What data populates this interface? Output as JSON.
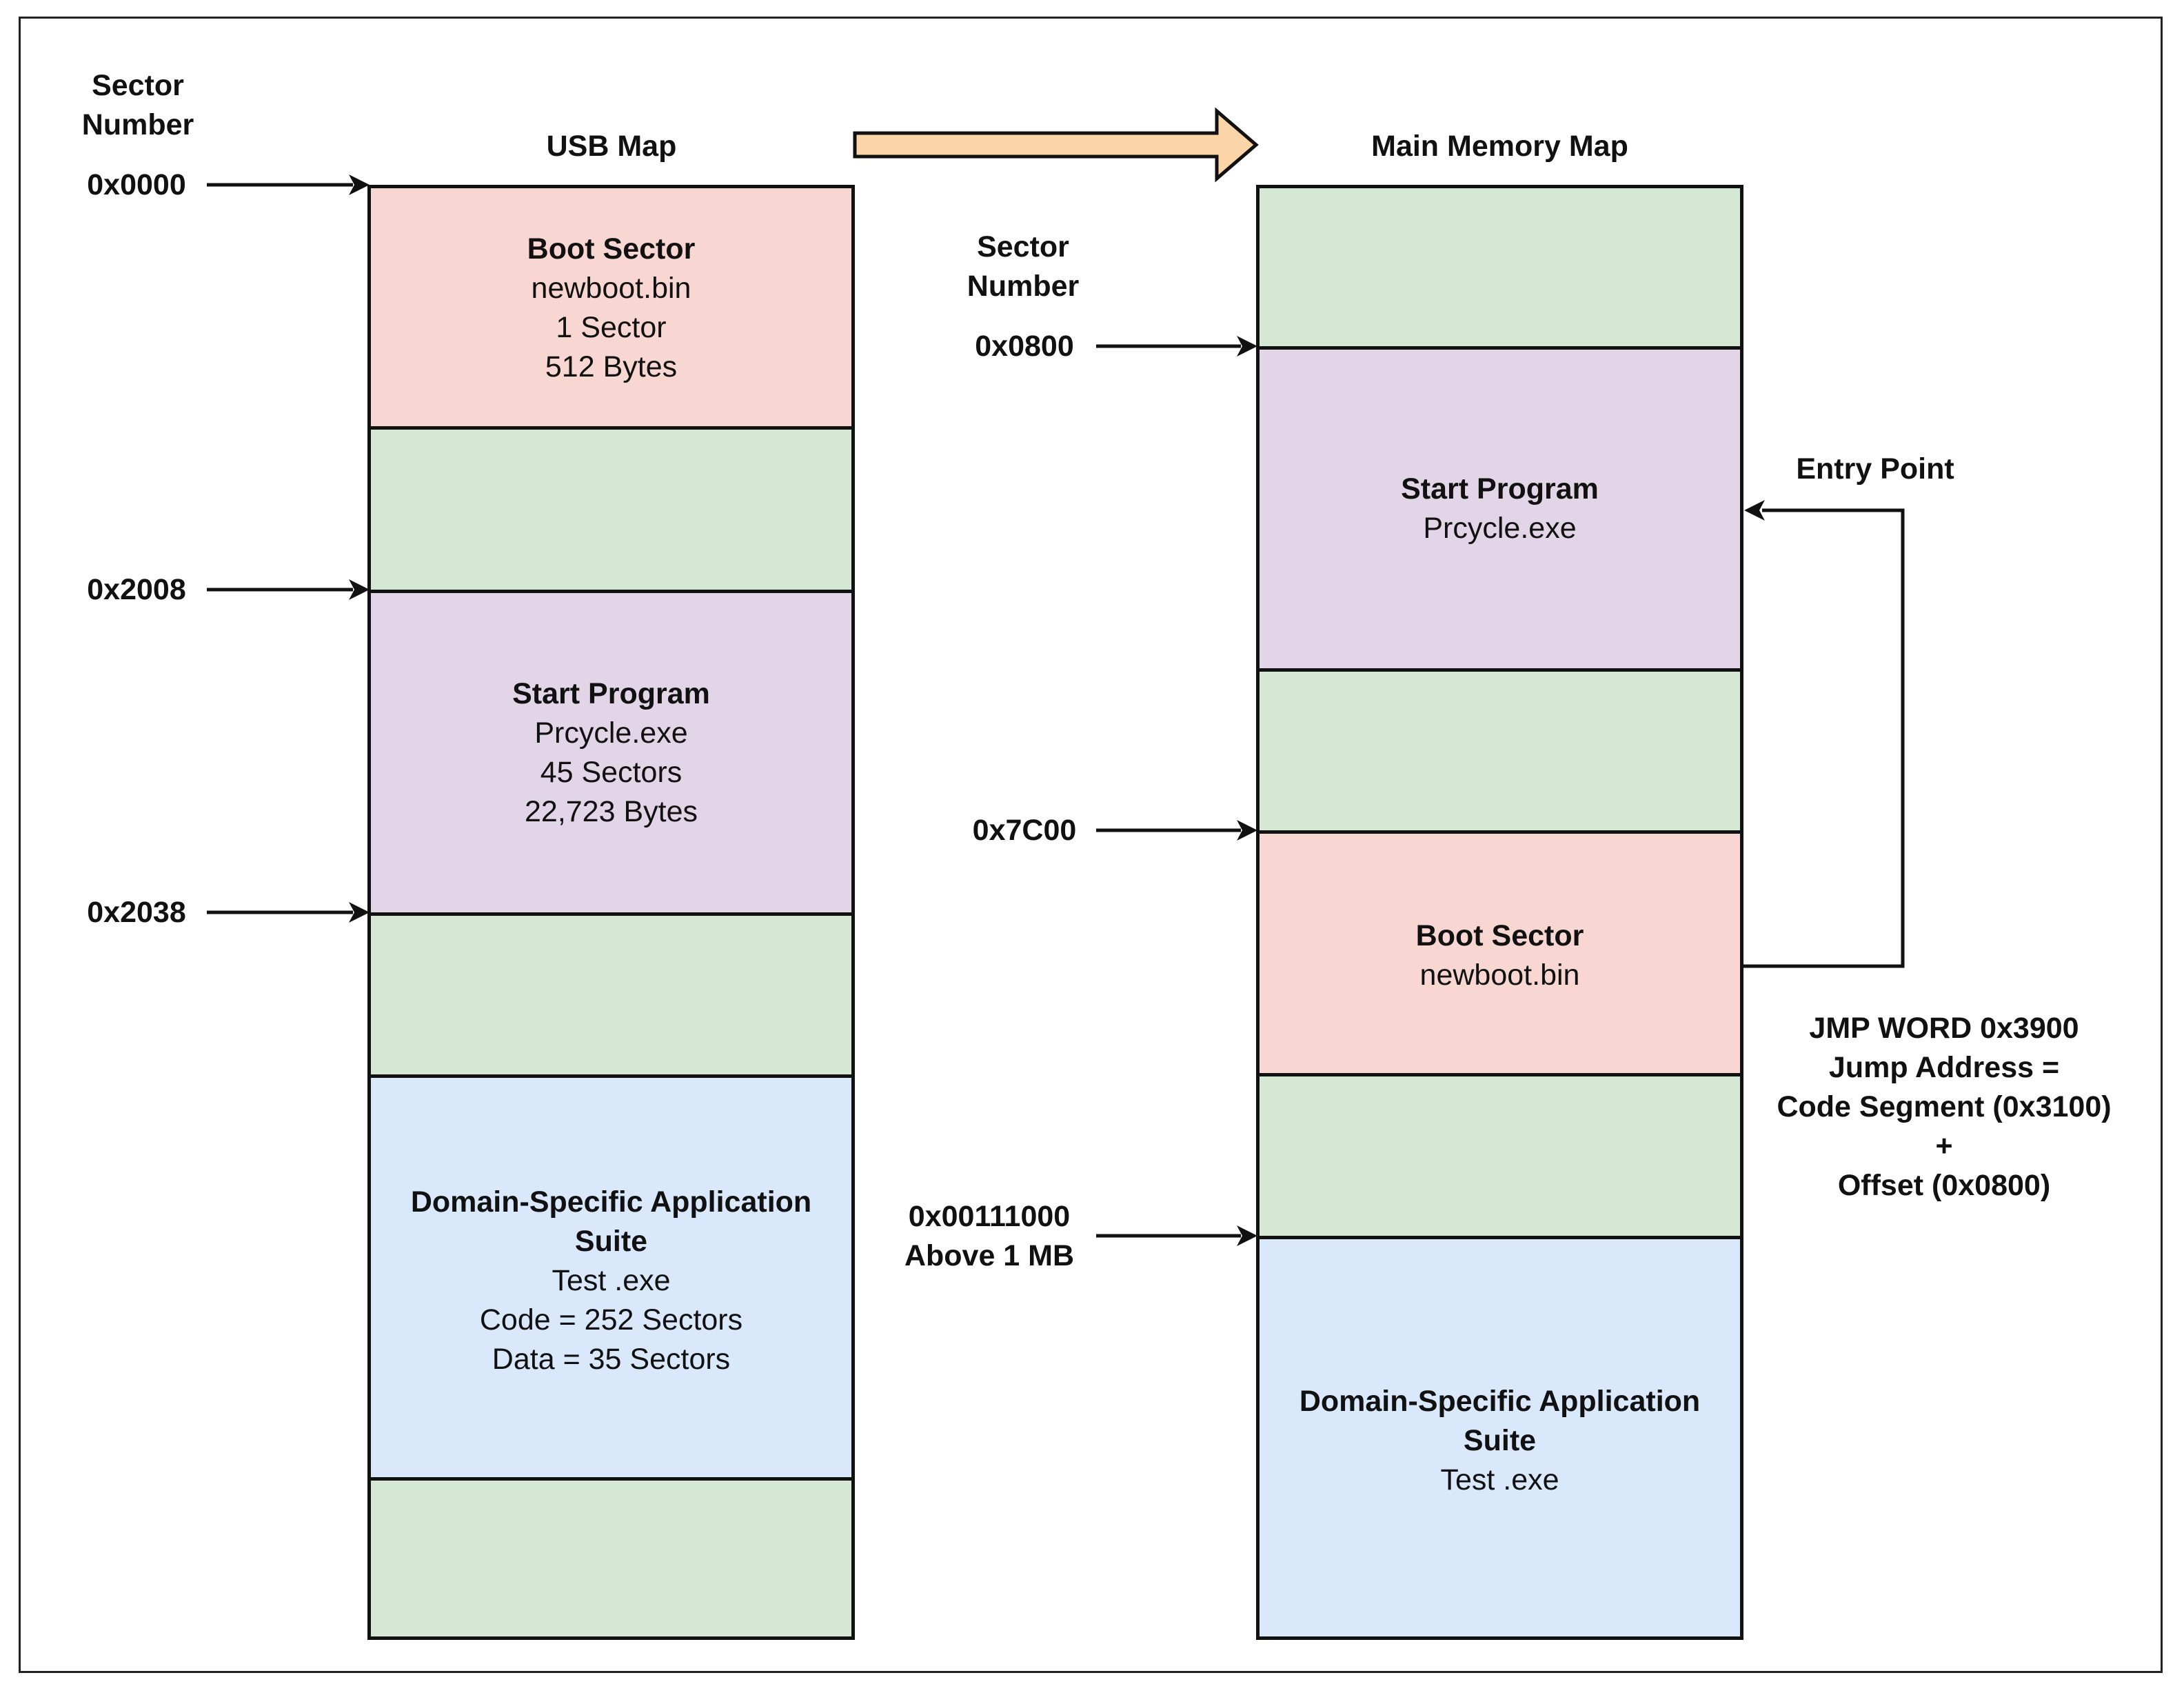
{
  "usb_map": {
    "heading": "USB Map",
    "sector_heading": [
      "Sector",
      "Number"
    ],
    "addresses": [
      "0x0000",
      "0x2008",
      "0x2038"
    ],
    "blocks": {
      "boot": {
        "title": "Boot Sector",
        "lines": [
          "newboot.bin",
          "1 Sector",
          "512 Bytes"
        ]
      },
      "start": {
        "title": "Start Program",
        "lines": [
          "Prcycle.exe",
          "45 Sectors",
          "22,723 Bytes"
        ]
      },
      "domain": {
        "title_lines": [
          "Domain-Specific Application",
          "Suite"
        ],
        "lines": [
          "Test .exe",
          "Code = 252 Sectors",
          "Data = 35 Sectors"
        ]
      }
    }
  },
  "main_map": {
    "heading": "Main Memory Map",
    "sector_heading": [
      "Sector",
      "Number"
    ],
    "addresses": [
      "0x0800",
      "0x7C00"
    ],
    "high_address": [
      "0x00111000",
      "Above 1 MB"
    ],
    "blocks": {
      "start": {
        "title": "Start Program",
        "lines": [
          "Prcycle.exe"
        ]
      },
      "boot": {
        "title": "Boot Sector",
        "lines": [
          "newboot.bin"
        ]
      },
      "domain": {
        "title_lines": [
          "Domain-Specific Application",
          "Suite"
        ],
        "lines": [
          "Test .exe"
        ]
      }
    }
  },
  "entry_point": "Entry Point",
  "jump_note": [
    "JMP WORD 0x3900",
    "Jump Address =",
    "Code Segment (0x3100)",
    "+",
    "Offset (0x0800)"
  ],
  "colors": {
    "empty": "#d5e8d4",
    "boot": "#f8d7d3",
    "start": "#e1d5e7",
    "domain": "#dae8fc",
    "transfer_arrow": "#fbd5a8",
    "border": "#111111"
  }
}
